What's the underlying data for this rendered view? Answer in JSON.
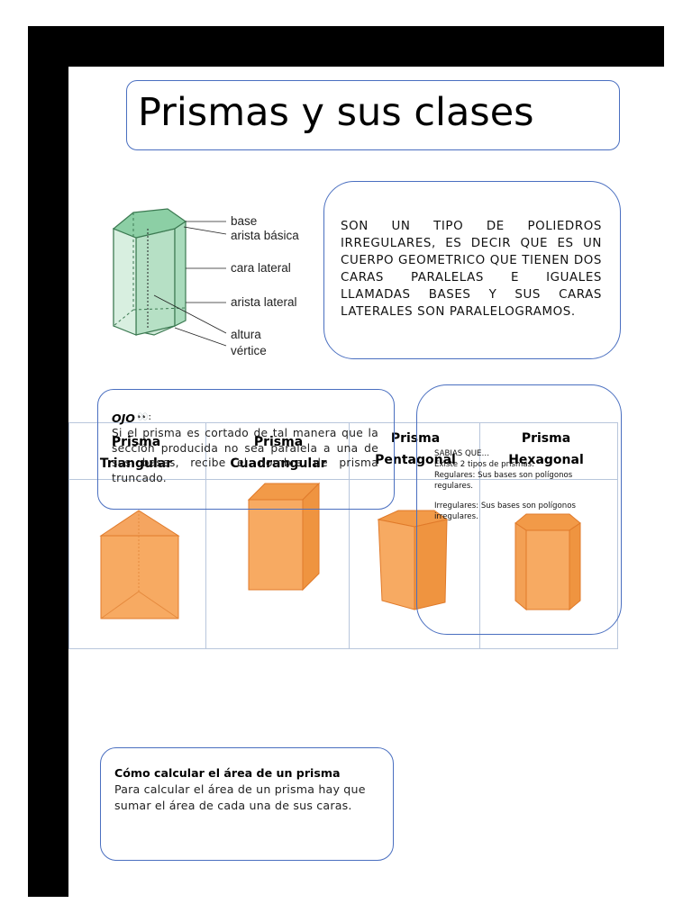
{
  "title": "Prismas y sus clases",
  "diagram": {
    "labels": [
      "base",
      "arista básica",
      "cara lateral",
      "arista lateral",
      "altura",
      "vértice"
    ]
  },
  "definition": "SON UN TIPO DE POLIEDROS IRREGULARES, ES DECIR QUE ES UN CUERPO GEOMETRICO QUE TIENEN DOS CARAS PARALELAS E IGUALES LLAMADAS BASES Y SUS CARAS LATERALES SON PARALELOGRAMOS.",
  "ojo": {
    "heading": "OJO",
    "eyes": "👀:",
    "text": "Si el prisma es cortado de tal manera que la sección producida no sea paralela a una de sus bases, recibe el nombre de prisma truncado."
  },
  "sabias": {
    "heading": "SABIAS QUE…",
    "line1": "Existe 2 tipos de prismas:",
    "regulares": "Regulares: Sus bases son polígonos regulares.",
    "irregulares": "Irregulares: Sus bases son polígonos irregulares."
  },
  "prisms": [
    {
      "line1": "Prisma",
      "line2": "Triangular"
    },
    {
      "line1": "Prisma",
      "line2": "Cuadrangular"
    },
    {
      "line1": "Prisma",
      "line2": "Pentagonal"
    },
    {
      "line1": "Prisma",
      "line2": "Hexagonal"
    }
  ],
  "area": {
    "heading": "Cómo calcular el área de un prisma",
    "text": "Para calcular el área de un prisma hay que sumar el área de cada una de sus caras."
  },
  "colors": {
    "frame": "#000000",
    "box_border": "#4a6fc0",
    "prism_orange": "#f39c4a",
    "diagram_green": "#9fd8b4"
  }
}
